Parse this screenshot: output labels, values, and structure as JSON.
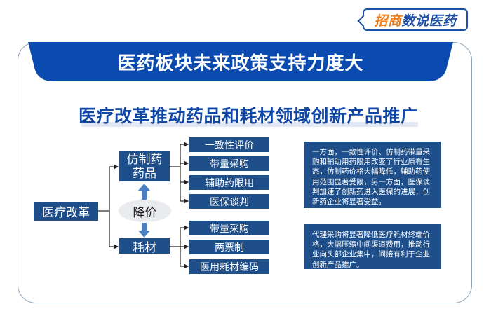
{
  "logo": {
    "part1": "招商",
    "part2": "数说医药"
  },
  "banner": {
    "title": "医药板块未来政策支持力度大"
  },
  "subtitle": "医疗改革推动药品和耗材领域创新产品推广",
  "diagram": {
    "root": "医疗改革",
    "categories": [
      {
        "label_line1": "仿制药",
        "label_line2": "药品",
        "items": [
          "一致性评价",
          "带量采购",
          "辅助药限用",
          "医保谈判"
        ]
      },
      {
        "label_line1": "耗材",
        "items": [
          "带量采购",
          "两票制",
          "医用耗材编码"
        ]
      }
    ],
    "connector_label": "降价"
  },
  "notes": [
    "一方面，一致性评价、仿制药带量采购和辅助用药限用改变了行业原有生态，仿制药价格大幅降低，辅助药使用范围显著受限，另一方面，医保谈判加速了创新药进入医保的进展，创新药企业将显著受益。",
    "代理采购将显著降低医疗耗材终端价格，大幅压缩中间渠道费用，推动行业向头部企业集中，间接有利于企业创新产品推广。"
  ],
  "colors": {
    "banner": "#0b4bb0",
    "box": "#1e4f8a",
    "subtitle": "#1047a4",
    "arrow": "#4a7fc1",
    "logo_orange": "#ef7d18",
    "logo_blue": "#1f4fa8"
  }
}
